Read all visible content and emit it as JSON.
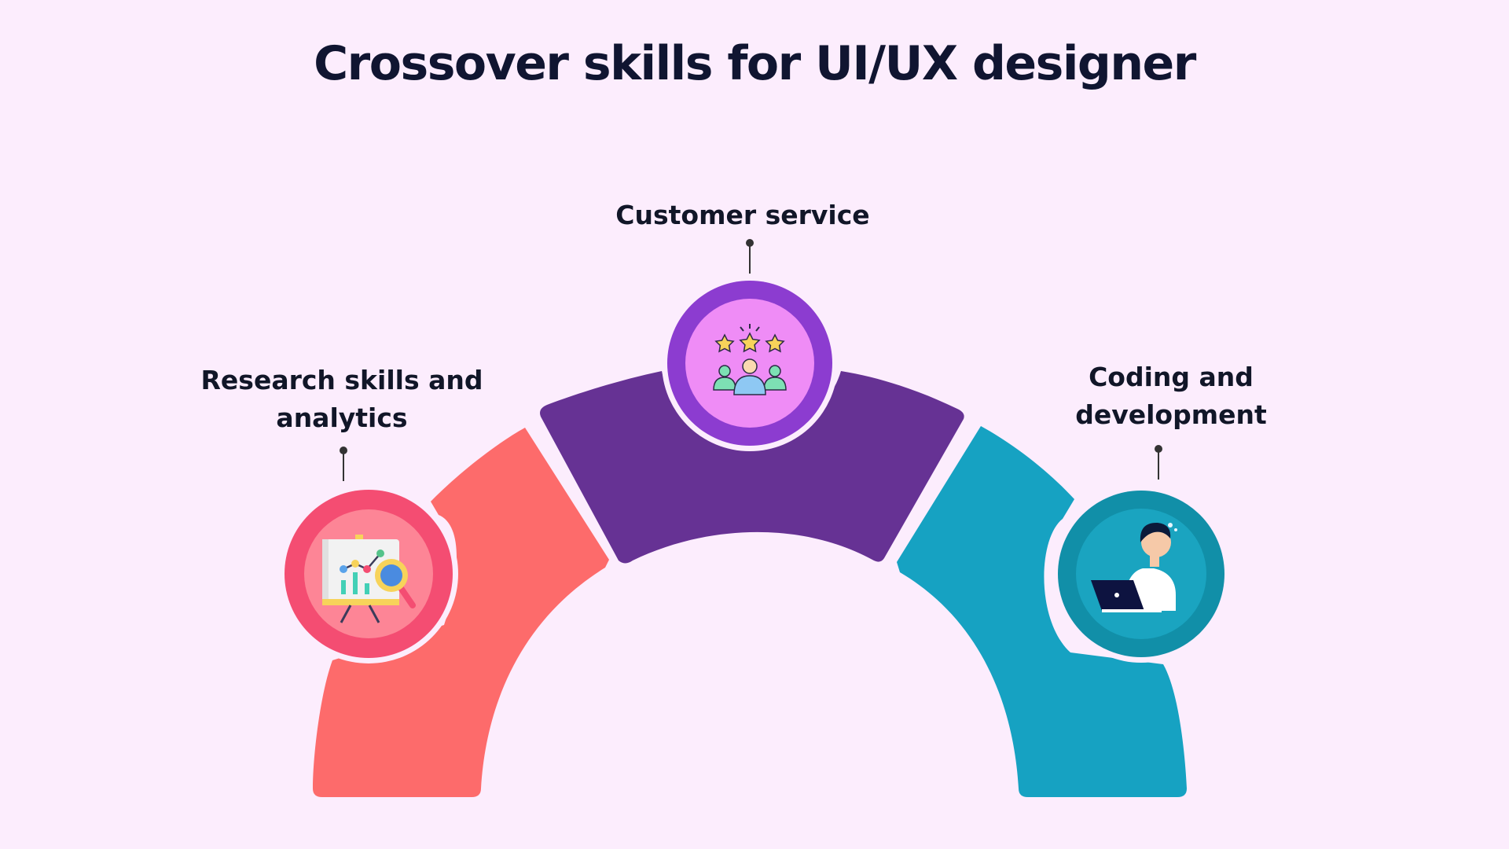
{
  "title": "Crossover skills for UI/UX designer",
  "skills": [
    {
      "label": "Research skills and analytics",
      "color": "#fd6b6b",
      "icon": "presentation-chart-magnifier-icon"
    },
    {
      "label": "Customer service",
      "color": "#663294",
      "icon": "customer-rating-stars-icon"
    },
    {
      "label": "Coding and development",
      "color": "#16a2c2",
      "icon": "developer-laptop-icon"
    }
  ]
}
